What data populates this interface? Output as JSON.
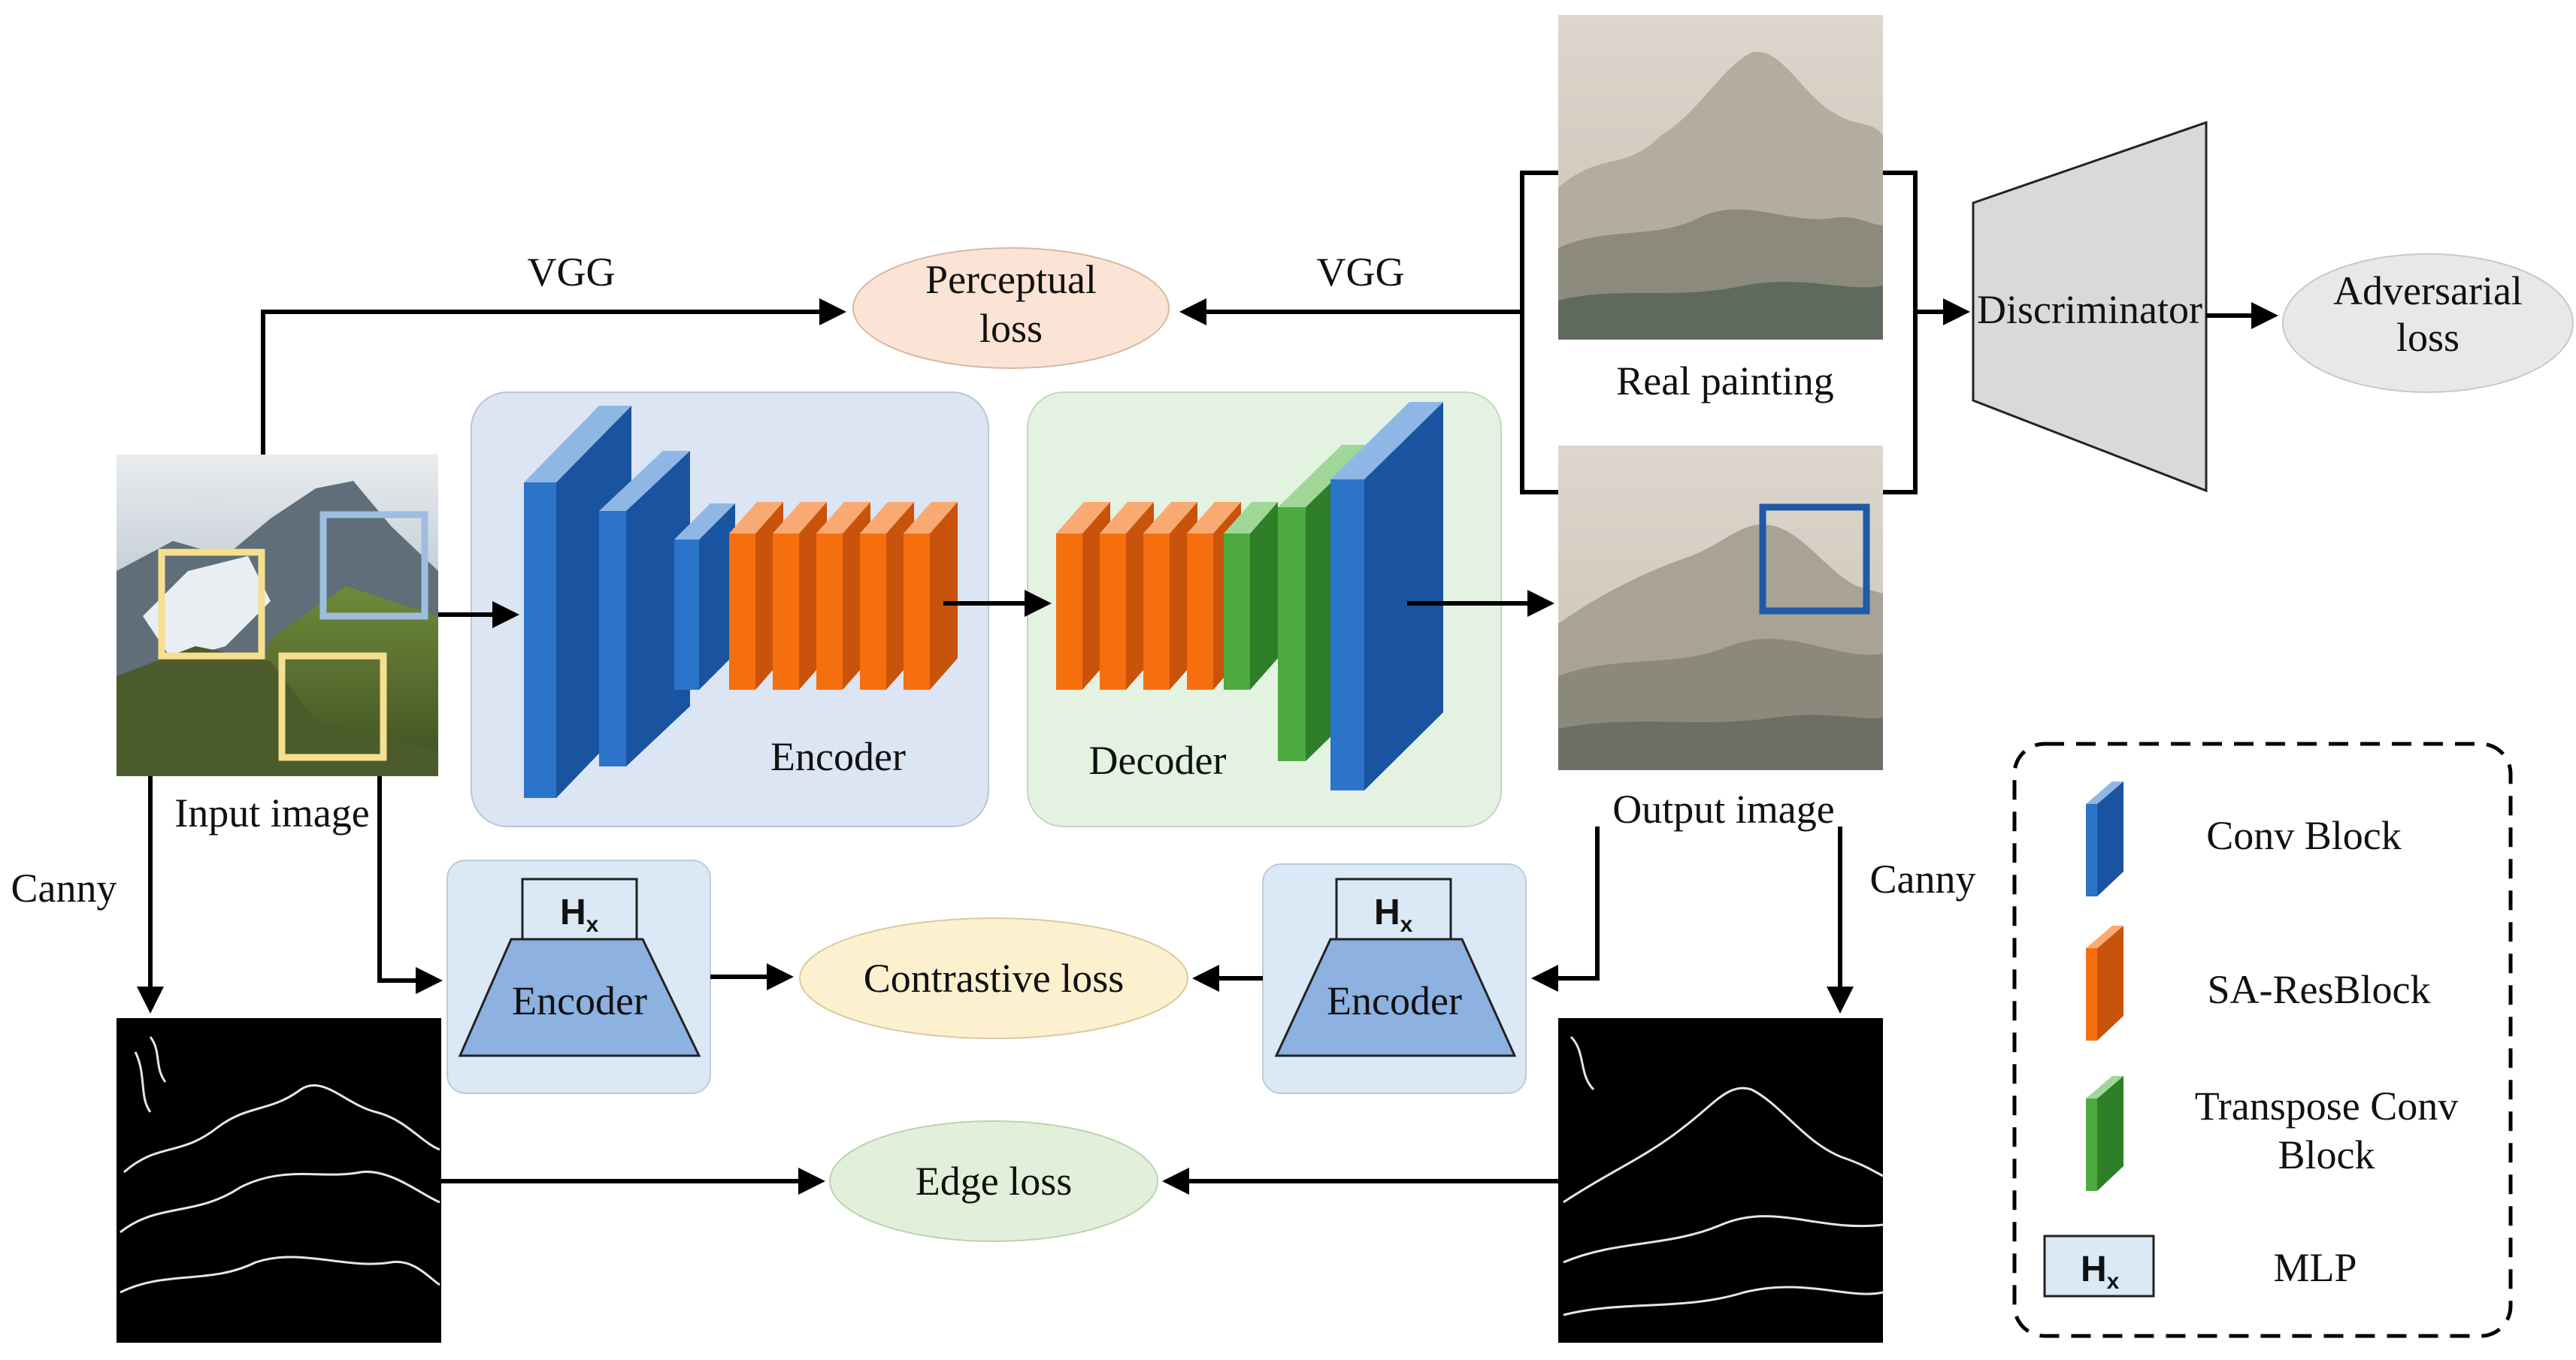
{
  "labels": {
    "vgg_left": "VGG",
    "vgg_right": "VGG",
    "real_painting": "Real painting",
    "input_image": "Input image",
    "output_image": "Output image",
    "canny_left": "Canny",
    "canny_right": "Canny",
    "discriminator": "Discriminator",
    "encoder_main": "Encoder",
    "decoder_main": "Decoder",
    "mlp_encoder_left": "Encoder",
    "mlp_encoder_right": "Encoder",
    "hx": "H",
    "hx_sub": "x"
  },
  "losses": {
    "perceptual_line1": "Perceptual",
    "perceptual_line2": "loss",
    "adversarial_line1": "Adversarial",
    "adversarial_line2": "loss",
    "contrastive": "Contrastive loss",
    "edge": "Edge loss"
  },
  "legend": {
    "conv": "Conv Block",
    "sa": "SA-ResBlock",
    "transpose_line1": "Transpose Conv",
    "transpose_line2": "Block",
    "mlp": "MLP"
  },
  "colors": {
    "conv_blue": "#2b74c9",
    "sa_orange": "#f56f0f",
    "transpose_green": "#4caa3f",
    "encoder_panel": "#dbe5f3",
    "decoder_panel": "#e4f2e2",
    "mlp_panel": "#dbe8f5",
    "perceptual_fill": "#fbe4d5",
    "adversarial_fill": "#e8e8e8",
    "contrastive_fill": "#fdf0cf",
    "edge_fill": "#e2efda",
    "discriminator_fill": "#d9d9d9"
  }
}
